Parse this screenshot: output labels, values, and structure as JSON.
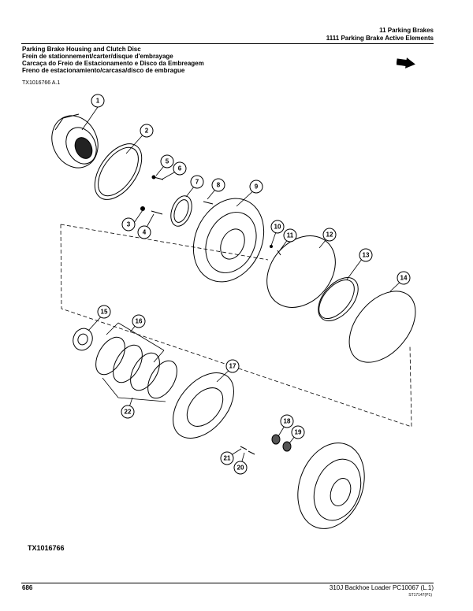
{
  "header": {
    "section": "11 Parking Brakes",
    "group": "1111 Parking Brake Active Elements"
  },
  "titles": [
    "Parking Brake Housing and Clutch Disc",
    "Frein de stationnement/carter/disque d'embrayage",
    "Carcaça do Freio de Estacionamento e Disco da Embreagem",
    "Freno de estacionamiento/carcasa/disco de embrague"
  ],
  "ref_code": "TX1016766 A.1",
  "callouts": [
    "1",
    "2",
    "3",
    "4",
    "5",
    "6",
    "7",
    "8",
    "9",
    "10",
    "11",
    "12",
    "13",
    "14",
    "15",
    "16",
    "17",
    "18",
    "19",
    "20",
    "21",
    "22"
  ],
  "figure_id": "TX1016766",
  "footer": {
    "page": "686",
    "doc": "310J Backhoe Loader   PC10067   (L.1)",
    "code": "ST17147(P1)"
  },
  "icons": {
    "nav": "arrow-right-icon"
  }
}
